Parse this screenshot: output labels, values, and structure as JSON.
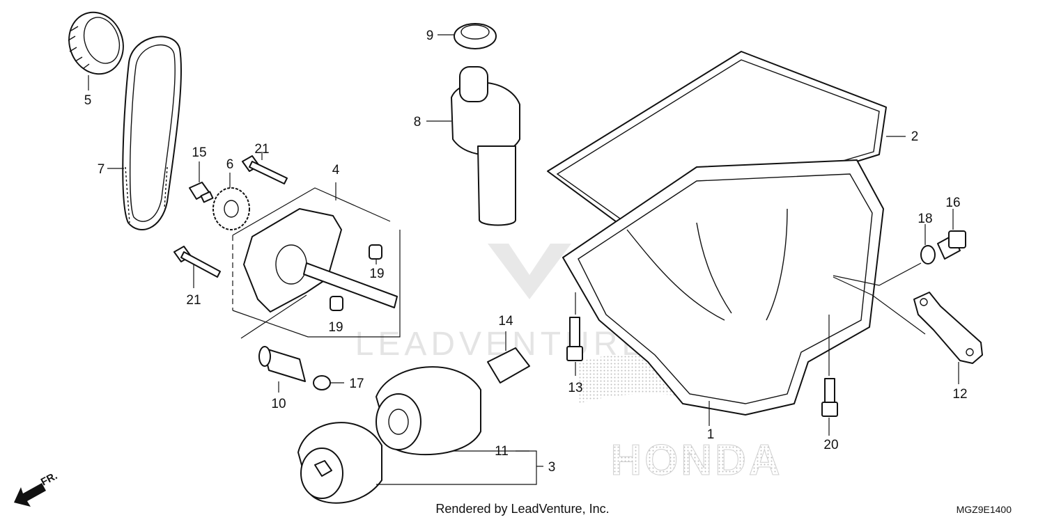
{
  "callouts": [
    "1",
    "2",
    "3",
    "4",
    "5",
    "6",
    "7",
    "8",
    "9",
    "10",
    "11",
    "12",
    "13",
    "14",
    "15",
    "16",
    "17",
    "18",
    "19",
    "19",
    "20",
    "21",
    "21"
  ],
  "watermark": {
    "company": "LEADVENTURE",
    "brand": "HONDA"
  },
  "direction_label": "FR.",
  "footer": {
    "rendered_by": "Rendered by LeadVenture, Inc.",
    "diagram_code": "MGZ9E1400"
  }
}
